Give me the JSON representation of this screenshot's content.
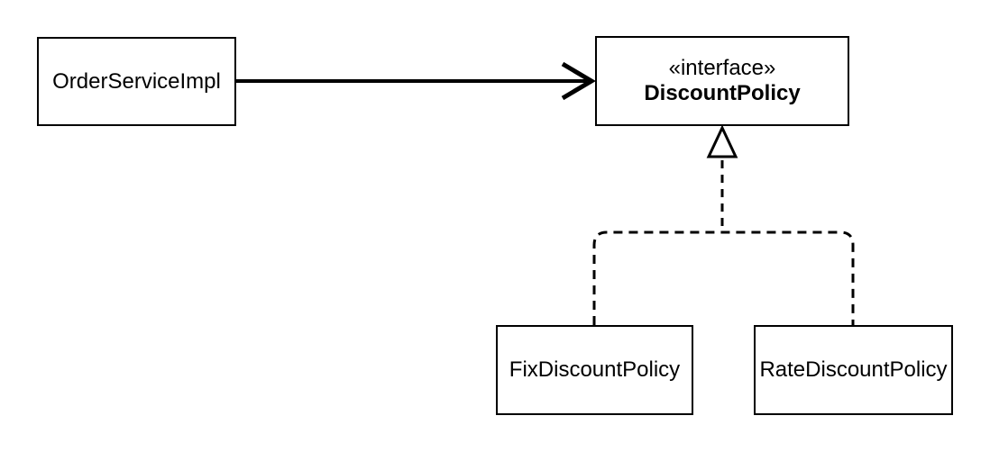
{
  "diagram": {
    "type": "uml-class-diagram",
    "nodes": {
      "orderService": {
        "label": "OrderServiceImpl"
      },
      "discountPolicy": {
        "stereotype": "«interface»",
        "label": "DiscountPolicy"
      },
      "fixDiscountPolicy": {
        "label": "FixDiscountPolicy"
      },
      "rateDiscountPolicy": {
        "label": "RateDiscountPolicy"
      }
    },
    "edges": [
      {
        "from": "OrderServiceImpl",
        "to": "DiscountPolicy",
        "relation": "dependency",
        "line": "solid",
        "arrowhead": "open-arrow"
      },
      {
        "from": "FixDiscountPolicy",
        "to": "DiscountPolicy",
        "relation": "realization",
        "line": "dashed",
        "arrowhead": "hollow-triangle"
      },
      {
        "from": "RateDiscountPolicy",
        "to": "DiscountPolicy",
        "relation": "realization",
        "line": "dashed",
        "arrowhead": "hollow-triangle"
      }
    ],
    "colors": {
      "stroke": "#000000",
      "node_fill": "#ffffff",
      "background": "#ffffff"
    }
  }
}
